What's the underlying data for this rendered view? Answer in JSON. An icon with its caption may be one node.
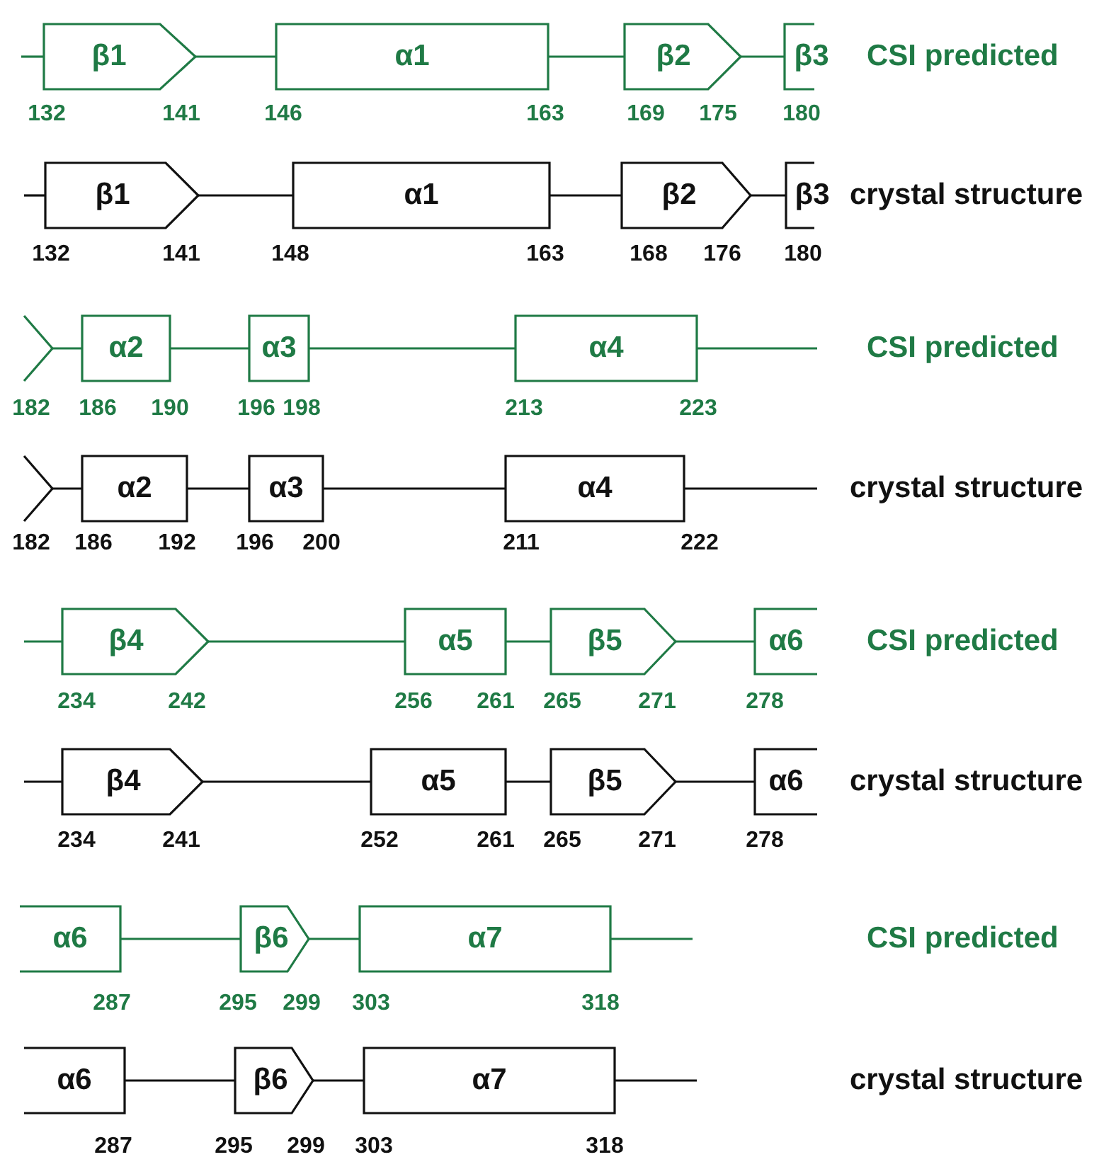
{
  "diagram": {
    "nodes": [
      {
        "text": [
          "β1"
        ],
        "beside": [
          "132",
          "141"
        ]
      },
      {
        "text": [
          "α1"
        ],
        "beside": [
          "146",
          "163"
        ]
      },
      {
        "text": [
          "β2"
        ],
        "beside": [
          "169",
          "175"
        ]
      },
      {
        "text": [
          "β3"
        ],
        "beside": [
          "180"
        ]
      },
      {
        "text": [
          "β1"
        ],
        "beside": [
          "132",
          "141"
        ]
      },
      {
        "text": [
          "α1"
        ],
        "beside": [
          "148",
          "163"
        ]
      },
      {
        "text": [
          "β2"
        ],
        "beside": [
          "168",
          "176"
        ]
      },
      {
        "text": [
          "β3"
        ],
        "beside": [
          "180"
        ]
      },
      {
        "text": [],
        "shape": "chevron",
        "beside": [
          "182"
        ]
      },
      {
        "text": [
          "α2"
        ],
        "beside": [
          "186",
          "190"
        ]
      },
      {
        "text": [
          "α3"
        ],
        "beside": [
          "196",
          "198"
        ]
      },
      {
        "text": [
          "α4"
        ],
        "beside": [
          "213",
          "223"
        ]
      },
      {
        "text": [],
        "shape": "chevron",
        "beside": [
          "182"
        ]
      },
      {
        "text": [
          "α2"
        ],
        "beside": [
          "186",
          "192"
        ]
      },
      {
        "text": [
          "α3"
        ],
        "beside": [
          "196",
          "200"
        ]
      },
      {
        "text": [
          "α4"
        ],
        "beside": [
          "211",
          "222"
        ]
      },
      {
        "text": [
          "β4"
        ],
        "beside": [
          "234",
          "242"
        ]
      },
      {
        "text": [
          "α5"
        ],
        "beside": [
          "256",
          "261"
        ]
      },
      {
        "text": [
          "β5"
        ],
        "beside": [
          "265",
          "271"
        ]
      },
      {
        "text": [
          "α6"
        ],
        "beside": [
          "278"
        ]
      },
      {
        "text": [
          "β4"
        ],
        "beside": [
          "234",
          "241"
        ]
      },
      {
        "text": [
          "α5"
        ],
        "beside": [
          "252",
          "261"
        ]
      },
      {
        "text": [
          "β5"
        ],
        "beside": [
          "265",
          "271"
        ]
      },
      {
        "text": [
          "α6"
        ],
        "beside": [
          "278"
        ]
      },
      {
        "text": [
          "α6"
        ],
        "beside": [
          "287"
        ]
      },
      {
        "text": [
          "β6"
        ],
        "beside": [
          "295",
          "299"
        ]
      },
      {
        "text": [
          "α7"
        ],
        "beside": [
          "303",
          "318"
        ]
      },
      {
        "text": [
          "α6"
        ],
        "beside": [
          "287"
        ]
      },
      {
        "text": [
          "β6"
        ],
        "beside": [
          "295",
          "299"
        ]
      },
      {
        "text": [
          "α7"
        ],
        "beside": [
          "303",
          "318"
        ]
      }
    ],
    "edges": [
      {
        "from": null,
        "to": 0,
        "arrow": "none",
        "color": "#1f7a45"
      },
      {
        "from": 0,
        "to": 1,
        "arrow": "none",
        "color": "#1f7a45"
      },
      {
        "from": 1,
        "to": 2,
        "arrow": "none",
        "color": "#1f7a45"
      },
      {
        "from": 2,
        "to": 3,
        "arrow": "none",
        "color": "#1f7a45"
      },
      {
        "from": null,
        "to": 4,
        "arrow": "none",
        "color": "#111111"
      },
      {
        "from": 4,
        "to": 5,
        "arrow": "none",
        "color": "#111111"
      },
      {
        "from": 5,
        "to": 6,
        "arrow": "none",
        "color": "#111111"
      },
      {
        "from": 6,
        "to": 7,
        "arrow": "none",
        "color": "#111111"
      },
      {
        "from": 8,
        "to": 9,
        "arrow": "none",
        "color": "#1f7a45"
      },
      {
        "from": 9,
        "to": 10,
        "arrow": "none",
        "color": "#1f7a45"
      },
      {
        "from": 10,
        "to": 11,
        "arrow": "none",
        "color": "#1f7a45"
      },
      {
        "from": 11,
        "to": null,
        "arrow": "none",
        "color": "#1f7a45"
      },
      {
        "from": 12,
        "to": 13,
        "arrow": "none",
        "color": "#111111"
      },
      {
        "from": 13,
        "to": 14,
        "arrow": "none",
        "color": "#111111"
      },
      {
        "from": 14,
        "to": 15,
        "arrow": "none",
        "color": "#111111"
      },
      {
        "from": 15,
        "to": null,
        "arrow": "none",
        "color": "#111111"
      },
      {
        "from": null,
        "to": 16,
        "arrow": "none",
        "color": "#1f7a45"
      },
      {
        "from": 16,
        "to": 17,
        "arrow": "none",
        "color": "#1f7a45"
      },
      {
        "from": 17,
        "to": 18,
        "arrow": "none",
        "color": "#1f7a45"
      },
      {
        "from": 18,
        "to": 19,
        "arrow": "none",
        "color": "#1f7a45"
      },
      {
        "from": null,
        "to": 20,
        "arrow": "none",
        "color": "#111111"
      },
      {
        "from": 20,
        "to": 21,
        "arrow": "none",
        "color": "#111111"
      },
      {
        "from": 21,
        "to": 22,
        "arrow": "none",
        "color": "#111111"
      },
      {
        "from": 22,
        "to": 23,
        "arrow": "none",
        "color": "#111111"
      },
      {
        "from": 24,
        "to": 25,
        "arrow": "none",
        "color": "#1f7a45"
      },
      {
        "from": 25,
        "to": 26,
        "arrow": "none",
        "color": "#1f7a45"
      },
      {
        "from": 26,
        "to": null,
        "arrow": "none",
        "color": "#1f7a45"
      },
      {
        "from": 27,
        "to": 28,
        "arrow": "none",
        "color": "#111111"
      },
      {
        "from": 28,
        "to": 29,
        "arrow": "none",
        "color": "#111111"
      },
      {
        "from": 29,
        "to": null,
        "arrow": "none",
        "color": "#111111"
      }
    ],
    "labels": [
      "CSI predicted",
      "crystal structure",
      "CSI predicted",
      "crystal structure",
      "CSI predicted",
      "crystal structure",
      "CSI predicted",
      "crystal structure"
    ]
  }
}
